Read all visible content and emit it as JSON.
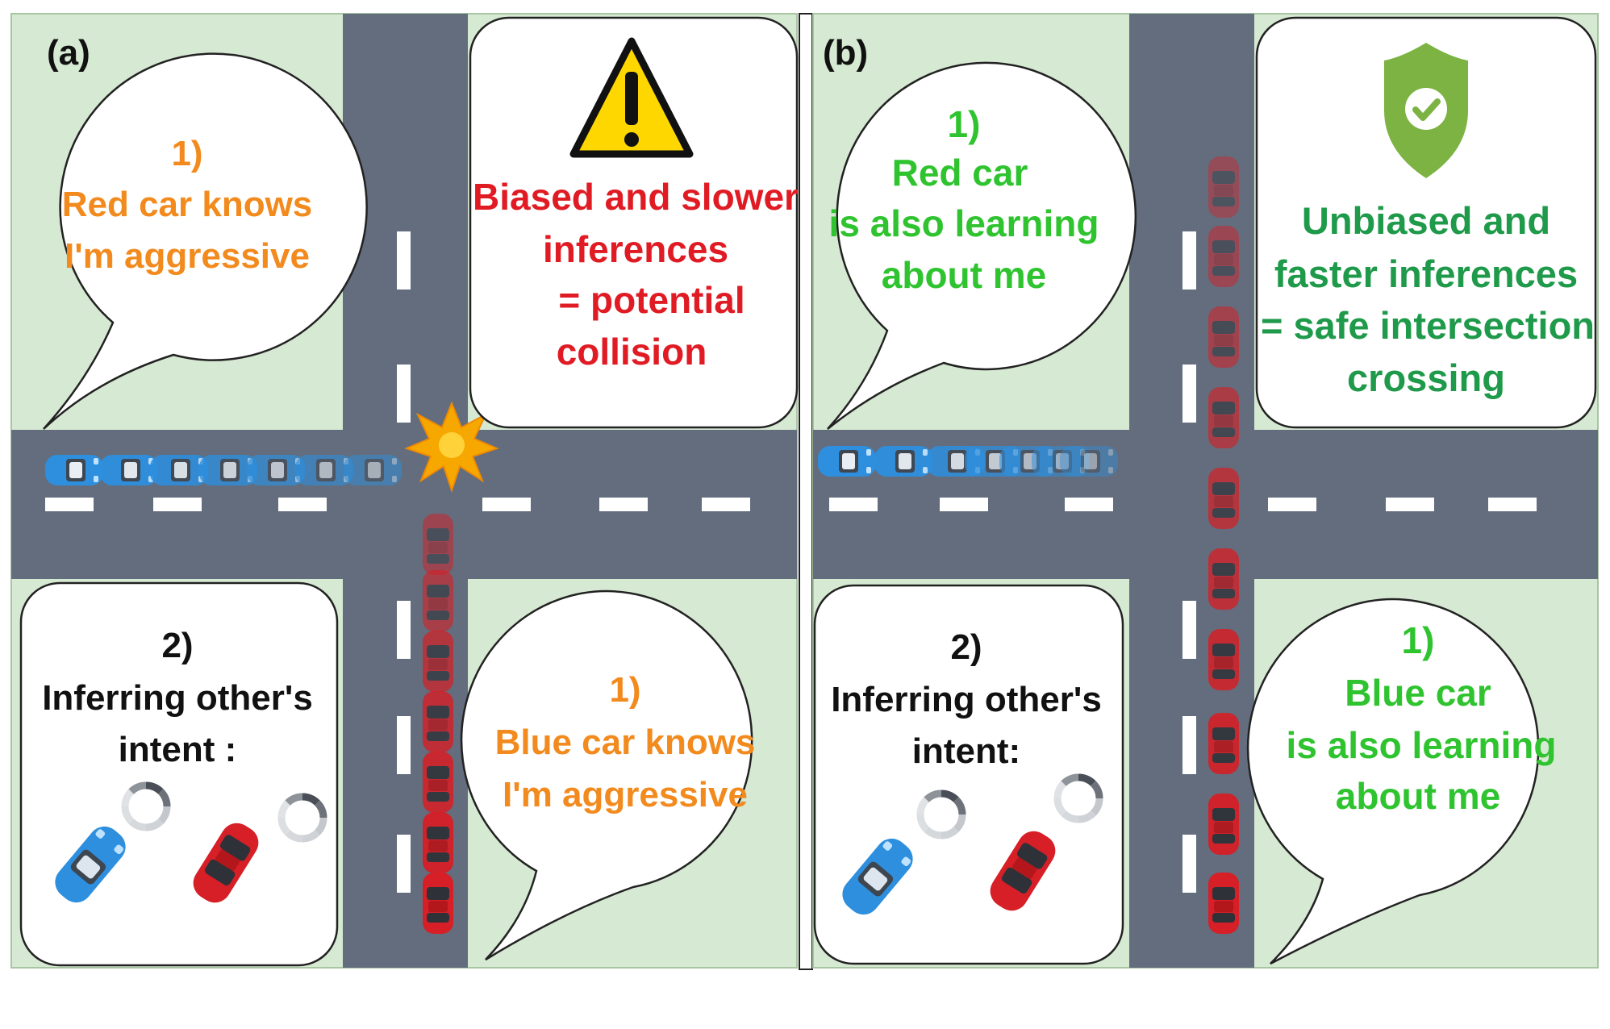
{
  "colors": {
    "grass": "#d6e9d2",
    "road": "#636d7d",
    "lane": "#ffffff",
    "orange": "#f28a1d",
    "red_text": "#e01b24",
    "green_text": "#2fc42f",
    "dark_green_text": "#1f9a4a",
    "blue_car": "#2d8fde",
    "red_car": "#d61f26",
    "warning_yellow": "#ffd700",
    "shield_green": "#7cb342"
  },
  "panel_a": {
    "label": "(a)",
    "bubble_blue_top": {
      "line1": "1)",
      "line2": "Red car knows",
      "line3": "I'm aggressive"
    },
    "warning_box": {
      "line1": "Biased and slower",
      "line2": "inferences",
      "line3": "= potential",
      "line4": "collision"
    },
    "infer_box": {
      "line1": "2)",
      "line2": "Inferring other's",
      "line3": "intent :"
    },
    "bubble_red_bottom": {
      "line1": "1)",
      "line2": "Blue car knows",
      "line3": "I'm aggressive"
    },
    "icons": [
      "warning-icon",
      "collision-burst-icon",
      "blue-car-icon",
      "red-car-icon",
      "loading-spinner-icon"
    ]
  },
  "panel_b": {
    "label": "(b)",
    "bubble_blue_top": {
      "line1": "1)",
      "line2": "Red car",
      "line3": "is also learning",
      "line4": "about me"
    },
    "safe_box": {
      "line1": "Unbiased and",
      "line2": "faster inferences",
      "line3": "= safe intersection",
      "line4": "crossing"
    },
    "infer_box": {
      "line1": "2)",
      "line2": "Inferring other's",
      "line3": "intent:"
    },
    "bubble_red_bottom": {
      "line1": "1)",
      "line2": "Blue car",
      "line3": "is also learning",
      "line4": "about me"
    },
    "icons": [
      "shield-check-icon",
      "blue-car-icon",
      "red-car-icon",
      "loading-spinner-icon"
    ]
  }
}
